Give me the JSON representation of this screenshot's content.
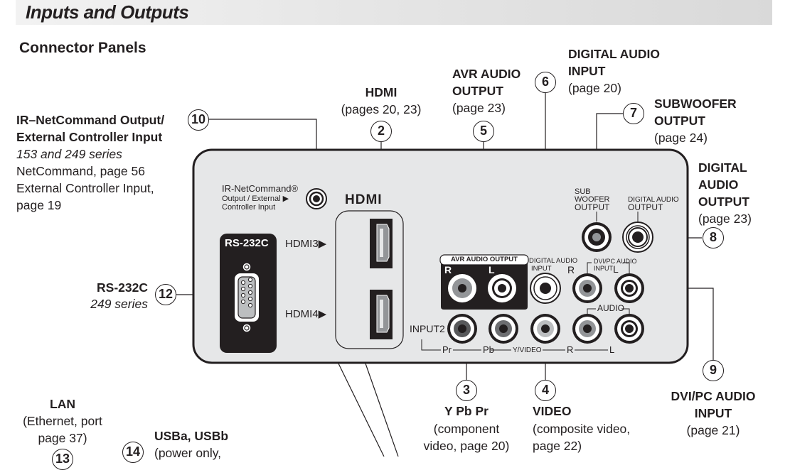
{
  "header": {
    "title": "Inputs and Outputs"
  },
  "section": {
    "title": "Connector Panels"
  },
  "callouts": [
    {
      "num": "2",
      "title": "HDMI",
      "lines": [
        "(pages 20, 23)"
      ]
    },
    {
      "num": "3",
      "title": "Y Pb Pr",
      "lines": [
        "(component",
        "video, page 20)"
      ]
    },
    {
      "num": "4",
      "title": "VIDEO",
      "lines": [
        "(composite video,",
        "page 22)"
      ]
    },
    {
      "num": "5",
      "title": "AVR AUDIO",
      "title2": "OUTPUT",
      "lines": [
        "(page 23)"
      ]
    },
    {
      "num": "6",
      "title": "DIGITAL AUDIO",
      "title2": "INPUT",
      "lines": [
        "(page 20)"
      ]
    },
    {
      "num": "7",
      "title": "SUBWOOFER",
      "title2": "OUTPUT",
      "lines": [
        "(page 24)"
      ]
    },
    {
      "num": "8",
      "title": "DIGITAL",
      "title2": "AUDIO",
      "title3": "OUTPUT",
      "lines": [
        "(page 23)"
      ]
    },
    {
      "num": "9",
      "title": "DVI/PC AUDIO",
      "title2": "INPUT",
      "lines": [
        "(page 21)"
      ]
    },
    {
      "num": "10",
      "title": "IR–NetCommand Output/",
      "title2": "External Controller Input",
      "italic": "153 and 249 series",
      "lines": [
        "NetCommand, page 56",
        "External Controller Input,",
        "page 19"
      ]
    },
    {
      "num": "12",
      "title": "RS-232C",
      "italic": "249 series"
    },
    {
      "num": "13",
      "title": "LAN",
      "lines": [
        "(Ethernet, port",
        "page 37)"
      ]
    },
    {
      "num": "14",
      "title": "USBa, USBb",
      "lines": [
        "(power only,"
      ]
    }
  ],
  "panel": {
    "ir_label_1": "IR-NetCommand®",
    "ir_label_2": "Output / External ▶",
    "ir_label_3": "Controller Input",
    "hdmi_logo": "HDMI",
    "rs232_label": "RS-232C",
    "hdmi3_label": "HDMI3▶",
    "hdmi4_label": "HDMI4▶",
    "avr_box_label": "AVR AUDIO OUTPUT",
    "avr_r": "R",
    "avr_l": "L",
    "digital_in_1": "DIGITAL AUDIO",
    "digital_in_2": "INPUT",
    "dvi_r": "R",
    "dvi_label_1": "DVI/PC AUDIO",
    "dvi_label_2": "INPUT",
    "dvi_l": "L",
    "sub_1": "SUB",
    "sub_2": "WOOFER",
    "sub_3": "OUTPUT",
    "dig_out_1": "DIGITAL AUDIO",
    "dig_out_2": "OUTPUT",
    "audio_label": "AUDIO",
    "input2_label": "INPUT2",
    "pr": "Pr",
    "pb": "Pb",
    "yvideo": "Y/VIDEO",
    "r": "R",
    "l": "L"
  },
  "colors": {
    "panel_fill": "#e6e7e8",
    "panel_border": "#231f20",
    "header_grad_start": "#f2f2f2",
    "header_grad_end": "#d9d9d9"
  }
}
